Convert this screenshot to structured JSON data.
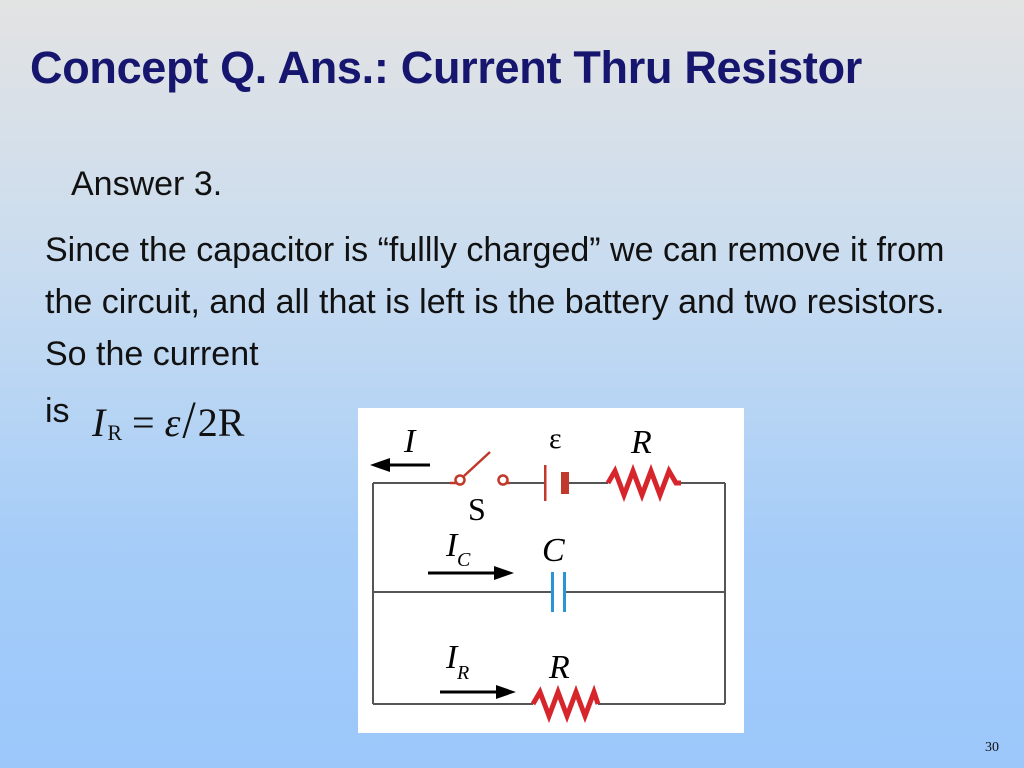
{
  "slide": {
    "title": "Concept Q. Ans.: Current Thru Resistor",
    "answer": "Answer 3.",
    "body": "Since the capacitor is “fullly charged” we can remove it from the circuit, and all that is left is the battery and two resistors.  So the current",
    "is_label": "is",
    "formula": {
      "symbol": "I",
      "subscript": "R",
      "equals": "=",
      "numerator": "ε",
      "slash": "/",
      "denominator": "2R"
    },
    "page_number": "30"
  },
  "circuit": {
    "labels": {
      "current": "I",
      "emf": "ε",
      "resistor_top": "R",
      "switch": "S",
      "current_c": "I",
      "current_c_sub": "C",
      "capacitor": "C",
      "current_r": "I",
      "current_r_sub": "R",
      "resistor_bottom": "R"
    },
    "colors": {
      "wire": "#555555",
      "switch": "#c0392b",
      "battery": "#c0392b",
      "resistor": "#d6262b",
      "capacitor": "#2b94d6",
      "arrow": "#000000"
    }
  }
}
